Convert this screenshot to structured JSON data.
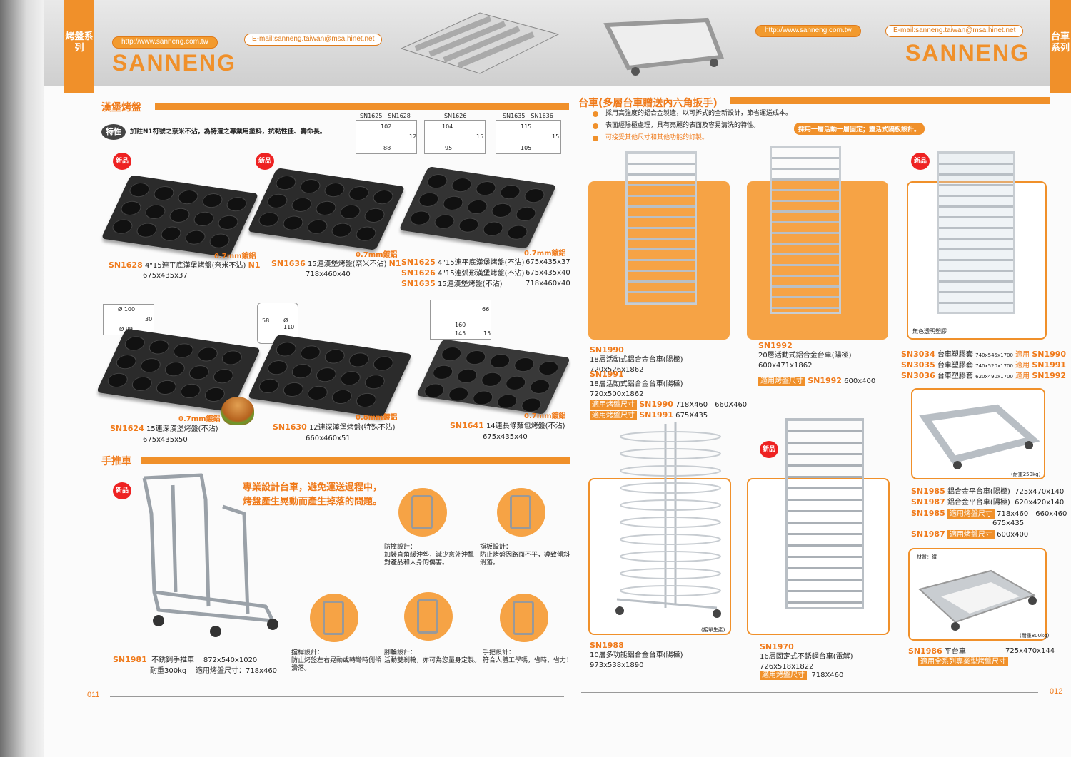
{
  "left": {
    "tab": "烤盤系列",
    "url": "http://www.sanneng.com.tw",
    "email": "E-mail:sanneng.taiwan@msa.hinet.net",
    "brand": "SANNENG",
    "section_title": "漢堡烤盤",
    "feature_tag": "特性",
    "feature_text": "加註N1符號之奈米不沾，為特選之專業用塗料，抗黏性佳、壽命長。",
    "new_label": "新品",
    "diagrams": {
      "d1_codes": "SN1625　SN1628",
      "d1_top": "102",
      "d1_side": "12",
      "d1_bottom": "88",
      "d2_codes": "SN1626",
      "d2_top": "104",
      "d2_side": "15",
      "d2_bottom": "95",
      "d3_codes": "SN1635　SN1636",
      "d3_top": "115",
      "d3_side": "15",
      "d3_bottom": "105",
      "d4_top": "Ø 100",
      "d4_side": "30",
      "d4_bottom": "Ø 99",
      "d5_a": "Ø 110",
      "d5_b": "58",
      "d6_side": "66",
      "d6_top": "160",
      "d6_bottom": "145",
      "d6_h": "15"
    },
    "products": [
      {
        "code": "SN1628",
        "name": "4\"15連平底漢堡烤盤(奈米不沾)",
        "n1": "N1",
        "size": "675x435x37",
        "thk": "0.7mm鍍鋁"
      },
      {
        "code": "SN1636",
        "name": "15連漢堡烤盤(奈米不沾)",
        "n1": "N1",
        "size": "718x460x40",
        "thk": "0.7mm鍍鋁"
      },
      {
        "code": "SN1625",
        "name": "4\"15連平底漢堡烤盤(不沾)",
        "size": "675x435x37",
        "thk": "0.7mm鍍鋁"
      },
      {
        "code": "SN1626",
        "name": "4\"15連弧形漢堡烤盤(不沾)",
        "size": "675x435x40"
      },
      {
        "code": "SN1635",
        "name": "15連漢堡烤盤(不沾)",
        "size": "718x460x40"
      },
      {
        "code": "SN1624",
        "name": "15連深漢堡烤盤(不沾)",
        "size": "675x435x50",
        "thk": "0.7mm鍍鋁"
      },
      {
        "code": "SN1630",
        "name": "12連深漢堡烤盤(特殊不沾)",
        "size": "660x460x51",
        "thk": "0.8mm鍍鋁"
      },
      {
        "code": "SN1641",
        "name": "14連長條麵包烤盤(不沾)",
        "size": "675x435x40",
        "thk": "0.7mm鍍鋁"
      }
    ],
    "cart_section": "手推車",
    "cart_headline1": "專業設計台車，避免運送過程中，",
    "cart_headline2": "烤盤產生晃動而產生掉落的問題。",
    "features": [
      {
        "title": "防撞設計：",
        "text1": "加裝直角緩沖墊，減少意外沖擊",
        "text2": "對產品和人身的傷害。"
      },
      {
        "title": "擋板設計：",
        "text1": "防止烤盤因路面不平，導致傾斜",
        "text2": "滑落。"
      },
      {
        "title": "擋桿設計：",
        "text1": "防止烤盤左右晃動或轉彎時側傾",
        "text2": "滑落。"
      },
      {
        "title": "腳輪設計：",
        "text1": "活動雙剎輪，亦可為您量身定製。",
        "text2": ""
      },
      {
        "title": "手把設計：",
        "text1": "符合人體工學嗎，省時、省力！",
        "text2": ""
      }
    ],
    "cart": {
      "code": "SN1981",
      "name": "不銹鋼手推車",
      "size": "872x540x1020",
      "load": "耐重300kg",
      "fit": "適用烤盤尺寸：718x460"
    },
    "page_no": "011"
  },
  "right": {
    "tab": "台車系列",
    "url": "http://www.sanneng.com.tw",
    "email": "E-mail:sanneng.taiwan@msa.hinet.net",
    "brand": "SANNENG",
    "section_title": "台車(多層台車贈送內六角扳手)",
    "bullets": [
      "採用高強度的鋁合金製造，以可拆式的全新設計，節省運送成本。",
      "表面經陽極處理，具有亮麗的表面及容易清洗的特性。",
      "可接受其他尺寸和其他功能的訂製。"
    ],
    "callout": "採用一層活動一層固定；靈活式隔板設計。",
    "new_label": "新品",
    "items": {
      "sn1990": {
        "code": "SN1990",
        "name": "18層活動式鋁合金台車(陽極)",
        "size": "720x526x1862"
      },
      "sn1991": {
        "code": "SN1991",
        "name": "18層活動式鋁合金台車(陽極)",
        "size": "720x500x1862"
      },
      "fit_label": "適用烤盤尺寸",
      "fit1": "SN1990",
      "fit1_size": "718X460　660X460",
      "fit2": "SN1991",
      "fit2_size": "675X435",
      "sn1992": {
        "code": "SN1992",
        "name": "20層活動式鋁合金台車(陽極)",
        "size": "600x471x1862",
        "fit_size": "600x400"
      },
      "cover_caption": "無色透明塑膠",
      "covers": [
        {
          "code": "SN3034",
          "name": "台車塑膠套",
          "size": "740x545x1700",
          "fit": "適用",
          "target": "SN1990"
        },
        {
          "code": "SN3035",
          "name": "台車塑膠套",
          "size": "740x520x1700",
          "fit": "適用",
          "target": "SN1991"
        },
        {
          "code": "SN3036",
          "name": "台車塑膠套",
          "size": "620x490x1700",
          "fit": "適用",
          "target": "SN1992"
        }
      ],
      "load250": "(耐重250kg)",
      "flat": [
        {
          "code": "SN1985",
          "name": "鋁合金平台車(陽極)",
          "size": "725x470x140"
        },
        {
          "code": "SN1987",
          "name": "鋁合金平台車(陽極)",
          "size": "620x420x140"
        }
      ],
      "flat_fit1": "SN1985",
      "flat_fit1_size": "718x460　660x460",
      "flat_fit1_size2": "675x435",
      "flat_fit2": "SN1987",
      "flat_fit2_size": "600x400",
      "material": "材質：鐵",
      "load800": "(耐重800kg)",
      "sn1986": {
        "code": "SN1986",
        "name": "平台車",
        "size": "725x470x144",
        "fit": "適用全系列專業型烤盤尺寸"
      },
      "sn1988": {
        "code": "SN1988",
        "name": "10層多功能鋁合金台車(陽極)",
        "size": "973x538x1890",
        "note": "(接單生產)"
      },
      "sn1970": {
        "code": "SN1970",
        "name": "16層固定式不銹鋼台車(電解)",
        "size": "726x518x1822",
        "fit_size": "718X460"
      }
    },
    "page_no": "012"
  }
}
